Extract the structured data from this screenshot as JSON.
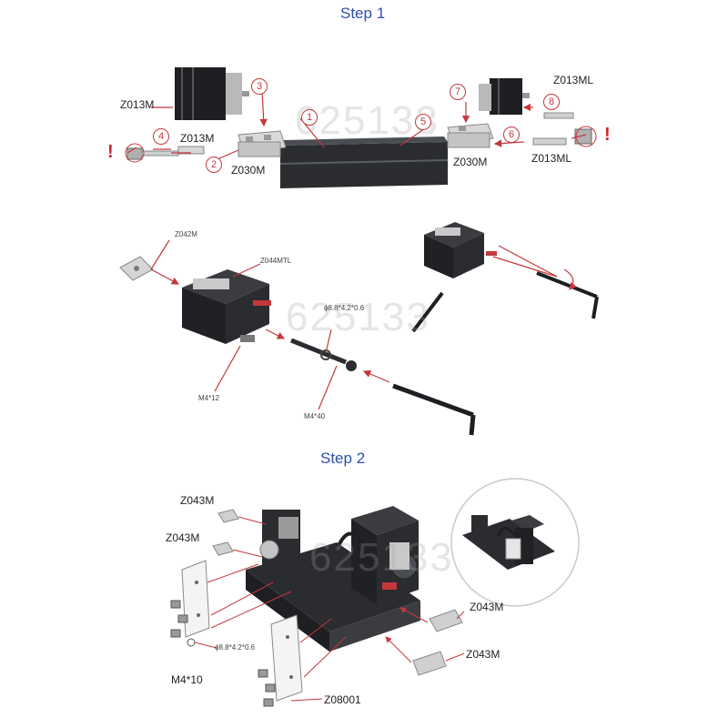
{
  "step1": {
    "title": "Step 1",
    "parts": {
      "z013m_top": "Z013M",
      "z013m_mid": "Z013M",
      "z030m_left": "Z030M",
      "z030m_right": "Z030M",
      "z013ml_top": "Z013ML",
      "z013ml_bot": "Z013ML"
    },
    "numbers": [
      "1",
      "2",
      "3",
      "4",
      "5",
      "6",
      "7",
      "8"
    ],
    "warning": "!"
  },
  "section2": {
    "z042m": "Z042M",
    "z044mtl": "Z044MTL",
    "washer": "ϕ8.8*4.2*0.6",
    "m4_12": "M4*12",
    "m4_40": "M4*40"
  },
  "step2": {
    "title": "Step 2",
    "z043m_1": "Z043M",
    "z043m_2": "Z043M",
    "z043m_3": "Z043M",
    "z043m_4": "Z043M",
    "washer": "ϕ8.8*4.2*0.6",
    "m4_10": "M4*10",
    "z08001": "Z08001"
  },
  "watermark": "625133",
  "colors": {
    "title": "#2e4fb0",
    "callout": "#c4383c",
    "metal": "#c8c8c8",
    "dark": "#2a2c30"
  }
}
